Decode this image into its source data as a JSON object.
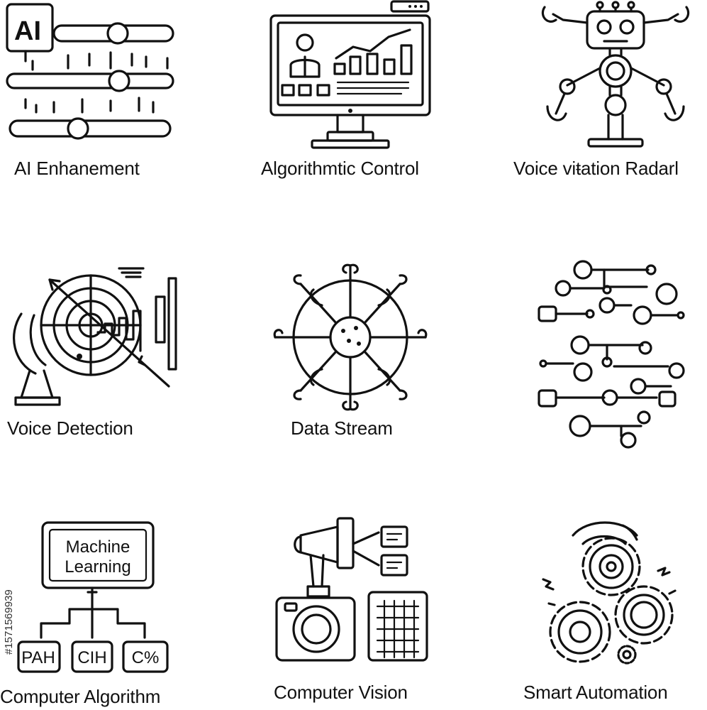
{
  "icons": [
    {
      "name": "ai-enhancement",
      "label": "AI Enhanement",
      "badge": "AI"
    },
    {
      "name": "algorithmic-control",
      "label": "Algorithmtic Control"
    },
    {
      "name": "voice-vibration-radar",
      "label": "Voice viŧation Radarl"
    },
    {
      "name": "voice-detection",
      "label": "Voice Detection"
    },
    {
      "name": "data-stream",
      "label": "Data Stream"
    },
    {
      "name": "circuit-network",
      "label": ""
    },
    {
      "name": "computer-algorithm",
      "label": "Computer Algorithm",
      "box_line1": "Machine",
      "box_line2": "Learning",
      "nodes": [
        "PAH",
        "CIH",
        "C%"
      ]
    },
    {
      "name": "computer-vision",
      "label": "Computer Vision"
    },
    {
      "name": "smart-automation",
      "label": "Smart Automation"
    }
  ],
  "stock_id": "#1571569939"
}
